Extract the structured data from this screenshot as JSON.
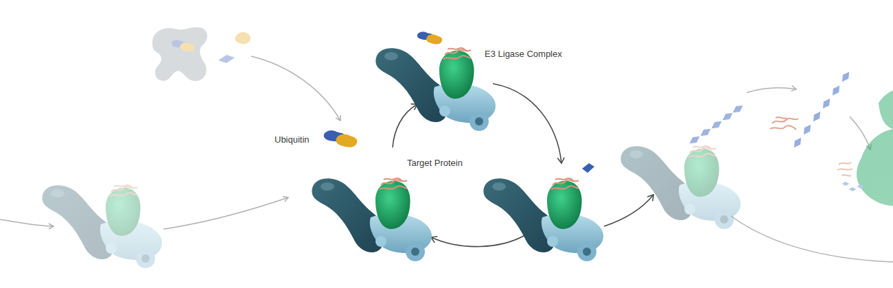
{
  "diagram": {
    "labels": [
      "Ubiquitin",
      "Target Protein",
      "E3 Ligase Complex"
    ]
  }
}
